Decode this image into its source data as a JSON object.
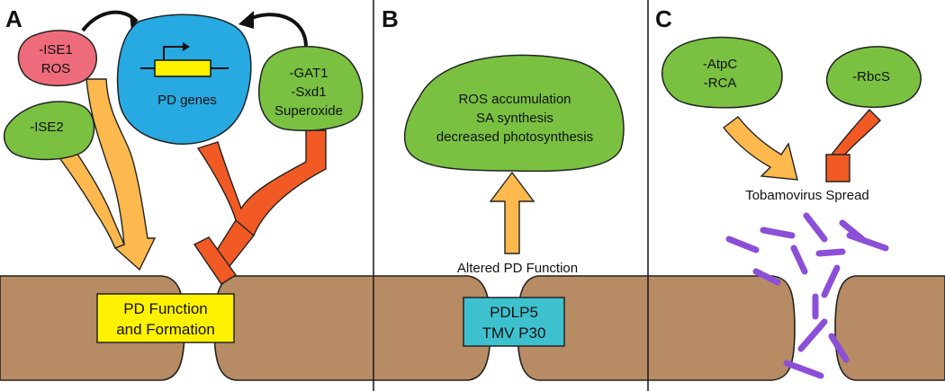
{
  "panels": {
    "a": {
      "letter": "A",
      "ise1_line1": "-ISE1",
      "ise1_line2": "ROS",
      "ise2": "-ISE2",
      "pd_genes": "PD genes",
      "gat1": "-GAT1",
      "sxd1": "-Sxd1",
      "superoxide": "Superoxide",
      "pd_function_line1": "PD Function",
      "pd_function_line2": "and Formation"
    },
    "b": {
      "letter": "B",
      "ros_accumulation": "ROS accumulation",
      "sa_synthesis": "SA synthesis",
      "decreased_photosynthesis": "decreased photosynthesis",
      "altered_pd_function": "Altered PD Function",
      "pdlp5": "PDLP5",
      "tmv_p30": "TMV P30"
    },
    "c": {
      "letter": "C",
      "atpc": "-AtpC",
      "rca": "-RCA",
      "rbcs": "-RbcS",
      "tobamovirus_spread": "Tobamovirus Spread"
    }
  },
  "colors": {
    "cell_wall": "#b78b63",
    "green_node": "#7ac142",
    "pink_node": "#ee6b7b",
    "blue_node": "#27a9e1",
    "yellow_box": "#fff200",
    "cyan_box": "#3ec1cf",
    "promote_arrow": "#fdb94e",
    "inhibit_arrow": "#f15a24",
    "virus": "#8b4fd8"
  }
}
